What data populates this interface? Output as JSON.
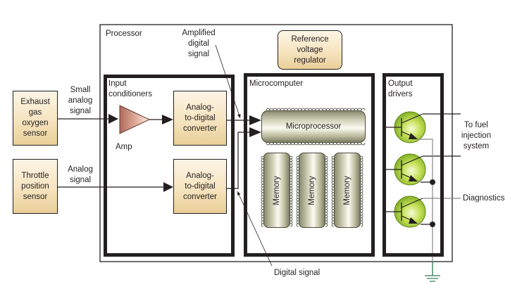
{
  "diagram": {
    "title_label": "Processor",
    "sensors": [
      {
        "id": "exhaust",
        "label": "Exhaust gas oxygen sensor",
        "lines": [
          "Exhaust",
          "gas",
          "oxygen",
          "sensor"
        ],
        "signal_lines": [
          "Small",
          "analog",
          "signal"
        ]
      },
      {
        "id": "throttle",
        "label": "Throttle position sensor",
        "lines": [
          "Throttle",
          "position",
          "sensor"
        ],
        "signal_lines": [
          "Analog",
          "signal"
        ]
      }
    ],
    "input_conditioners": {
      "title_lines": [
        "Input",
        "conditioners"
      ],
      "amp_label": "Amp",
      "converters": [
        {
          "lines": [
            "Analog-",
            "to-digital",
            "converter"
          ]
        },
        {
          "lines": [
            "Analog-",
            "to-digital",
            "converter"
          ]
        }
      ]
    },
    "callouts": {
      "amplified_lines": [
        "Amplified",
        "digital",
        "signal"
      ],
      "digital_signal": "Digital signal"
    },
    "reference_regulator": {
      "lines": [
        "Reference",
        "voltage",
        "regulator"
      ]
    },
    "microcomputer": {
      "title": "Microcomputer",
      "microprocessor": "Microprocessor",
      "memories": [
        "Memory",
        "Memory",
        "Memory"
      ]
    },
    "output_drivers": {
      "title_lines": [
        "Output",
        "drivers"
      ],
      "transistor_count": 3
    },
    "outputs": {
      "fuel_lines": [
        "To fuel",
        "injection",
        "system"
      ],
      "diagnostics": "Diagnostics"
    },
    "colors": {
      "tan_box": "#f6e4bf",
      "amp": "#c98a7a",
      "transistor": "#9cc83a",
      "ground": "#2e7d4f",
      "chip": "#bdbd9f"
    }
  }
}
